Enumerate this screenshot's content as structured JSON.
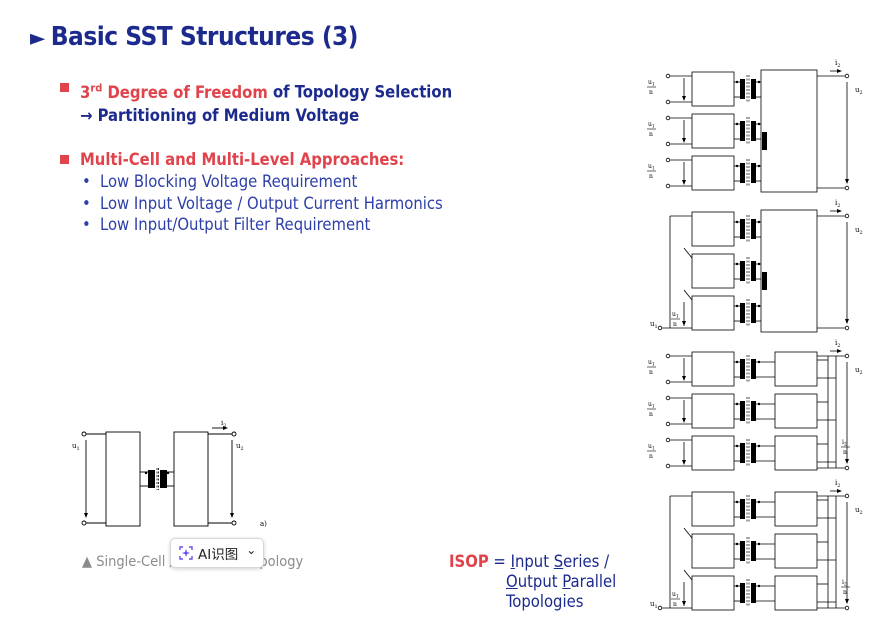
{
  "slide": {
    "title_arrow": "►",
    "title": "Basic SST Structures",
    "title_num": "(3)"
  },
  "bullet1": {
    "deg_base": "3",
    "deg_sup": "rd",
    "red_text": " Degree of Freedom",
    "rest": " of Topology Selection",
    "line2": "→ Partitioning of Medium Voltage"
  },
  "bullet2": {
    "heading": "Multi-Cell and Multi-Level Approaches:",
    "items": [
      "Low Blocking Voltage Requirement",
      "Low Input Voltage / Output Current Harmonics",
      "Low Input/Output Filter Requirement"
    ]
  },
  "caption": {
    "icon": "▲",
    "text": "Single-Cell / Two-Level Topology"
  },
  "ai_button": {
    "label": "AI识图",
    "chevron": "⌄"
  },
  "isop": {
    "key": "ISOP",
    "eq": " = ",
    "w1a": "I",
    "w1b": "nput ",
    "w2a": "S",
    "w2b": "eries /",
    "w3a": "O",
    "w3b": "utput ",
    "w4a": "P",
    "w4b": "arallel",
    "w5": "Topologies"
  },
  "figure_labels": {
    "u1": "u",
    "u1_sub": "1",
    "u2": "u",
    "u2_sub": "2",
    "i2": "i",
    "i2_sub": "2",
    "frac_num": "u1",
    "frac_den": "n",
    "frac_i_num": "i2",
    "frac_i_den": "n",
    "panel_a": "a)"
  }
}
